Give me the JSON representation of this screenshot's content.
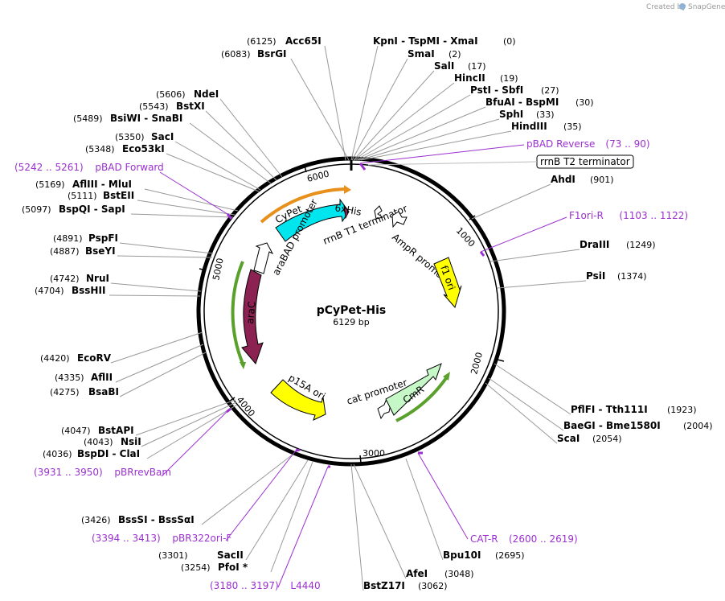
{
  "credit": {
    "prefix": "Created by",
    "brand": "SnapGene"
  },
  "plasmid": {
    "name": "pCyPet-His",
    "length_label": "6129 bp",
    "length_bp": 6129
  },
  "ticks": [
    "1000",
    "2000",
    "3000",
    "4000",
    "5000",
    "6000"
  ],
  "features": {
    "cypet": "CyPet",
    "his": "6xHis",
    "rrnb_t1": "rrnB T1 terminator",
    "ampr_promoter": "AmpR promoter",
    "f1_ori": "f1 ori",
    "arabad_promoter": "araBAD promoter",
    "arac": "araC",
    "p15a_ori": "p15A ori",
    "cat_promoter": "cat promoter",
    "cmr": "CmR",
    "rrnb_t2": "rrnB T2 terminator"
  },
  "sites": [
    {
      "name": "Acc65I",
      "pos": "(6125)"
    },
    {
      "name": "BsrGI",
      "pos": "(6083)"
    },
    {
      "name": "KpnI  -  TspMI  -  XmaI",
      "pos": "(0)"
    },
    {
      "name": "SmaI",
      "pos": "(2)"
    },
    {
      "name": "SalI",
      "pos": "(17)"
    },
    {
      "name": "HincII",
      "pos": "(19)"
    },
    {
      "name": "PstI  -  SbfI",
      "pos": "(27)"
    },
    {
      "name": "BfuAI  -  BspMI",
      "pos": "(30)"
    },
    {
      "name": "SphI",
      "pos": "(33)"
    },
    {
      "name": "HindIII",
      "pos": "(35)"
    },
    {
      "name": "NdeI",
      "pos": "(5606)"
    },
    {
      "name": "BstXI",
      "pos": "(5543)"
    },
    {
      "name": "BsiWI  -  SnaBI",
      "pos": "(5489)"
    },
    {
      "name": "SacI",
      "pos": "(5350)"
    },
    {
      "name": "Eco53kI",
      "pos": "(5348)"
    },
    {
      "name": "AflIII  -  MluI",
      "pos": "(5169)"
    },
    {
      "name": "BstEII",
      "pos": "(5111)"
    },
    {
      "name": "BspQI  -  SapI",
      "pos": "(5097)"
    },
    {
      "name": "PspFI",
      "pos": "(4891)"
    },
    {
      "name": "BseYI",
      "pos": "(4887)"
    },
    {
      "name": "NruI",
      "pos": "(4742)"
    },
    {
      "name": "BssHII",
      "pos": "(4704)"
    },
    {
      "name": "EcoRV",
      "pos": "(4420)"
    },
    {
      "name": "AflII",
      "pos": "(4335)"
    },
    {
      "name": "BsaBI",
      "pos": "(4275)"
    },
    {
      "name": "BstAPI",
      "pos": "(4047)"
    },
    {
      "name": "NsiI",
      "pos": "(4043)"
    },
    {
      "name": "BspDI  -  ClaI",
      "pos": "(4036)"
    },
    {
      "name": "BssSI  -  BssSαI",
      "pos": "(3426)"
    },
    {
      "name": "SacII",
      "pos": "(3301)"
    },
    {
      "name": "PfoI *",
      "pos": "(3254)"
    },
    {
      "name": "AfeI",
      "pos": "(3048)"
    },
    {
      "name": "BstZ17I",
      "pos": "(3062)"
    },
    {
      "name": "Bpu10I",
      "pos": "(2695)"
    },
    {
      "name": "AhdI",
      "pos": "(901)"
    },
    {
      "name": "DraIII",
      "pos": "(1249)"
    },
    {
      "name": "PsiI",
      "pos": "(1374)"
    },
    {
      "name": "PflFI  -  Tth111I",
      "pos": "(1923)"
    },
    {
      "name": "BaeGI  -  Bme1580I",
      "pos": "(2004)"
    },
    {
      "name": "ScaI",
      "pos": "(2054)"
    }
  ],
  "primers": [
    {
      "name": "pBAD Reverse",
      "range": "(73 .. 90)"
    },
    {
      "name": "pBAD Forward",
      "range": "(5242 .. 5261)"
    },
    {
      "name": "F1ori-R",
      "range": "(1103 .. 1122)"
    },
    {
      "name": "pBRrevBam",
      "range": "(3931 .. 3950)"
    },
    {
      "name": "pBR322ori-F",
      "range": "(3394 .. 3413)"
    },
    {
      "name": "L4440",
      "range": "(3180 .. 3197)"
    },
    {
      "name": "CAT-R",
      "range": "(2600 .. 2619)"
    }
  ],
  "colors": {
    "primer": "#9b30d0",
    "cypet": "#00e5ee",
    "arac": "#8b2252",
    "ori": "#ffff00",
    "cmr": "#c6f7c6",
    "promoter": "#ffffff",
    "gene_orf": "#e8901c",
    "orf_green": "#5aa02c"
  }
}
